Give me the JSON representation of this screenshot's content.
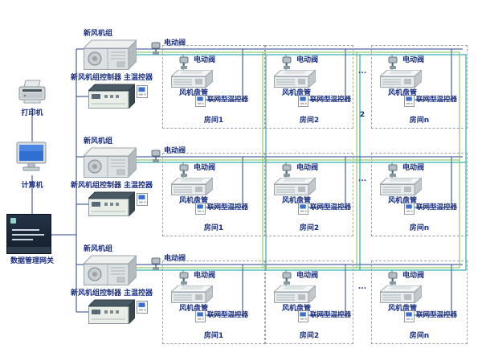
{
  "left": {
    "printer": "打印机",
    "computer": "计算机",
    "gateway": "数据管理网关"
  },
  "labels": {
    "ahu": "新风机组",
    "ahu_controller": "新风机组控制器",
    "main_thermostat": "主温控器",
    "valve": "电动阀",
    "fan_coil": "风机盘管",
    "net_thermostat": "联网型温控器",
    "ellipsis": "...",
    "row1_gap_extra": "2"
  },
  "rooms": [
    "房间1",
    "房间2",
    "房间n"
  ],
  "colors": {
    "pipe_teal": "#00a0a6",
    "pipe_green": "#7cc24e",
    "comm_blue": "#26408c",
    "label_navy": "#1a2f80"
  }
}
